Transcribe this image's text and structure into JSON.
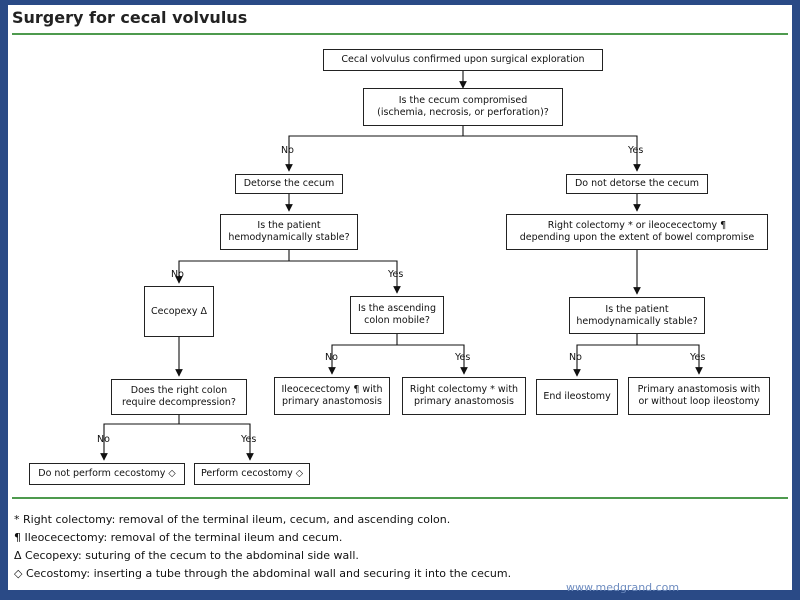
{
  "title": "Surgery for cecal volvulus",
  "boxes": {
    "confirmed": "Cecal volvulus confirmed upon surgical exploration",
    "compromised": "Is the cecum compromised\n(ischemia, necrosis, or perforation)?",
    "detorse": "Detorse the cecum",
    "no_detorse": "Do not detorse the cecum",
    "stable_left": "Is the patient\nhemodynamically stable?",
    "colectomy_or": "Right colectomy * or ileocecectomy ¶\ndepending upon the extent of bowel compromise",
    "cecopexy": "Cecopexy Δ",
    "mobile": "Is the ascending\ncolon mobile?",
    "stable_right": "Is the patient\nhemodynamically stable?",
    "decompression": "Does the right colon\nrequire decompression?",
    "ileo_anast": "Ileocecectomy ¶ with\nprimary anastomosis",
    "colectomy_anast": "Right colectomy * with\nprimary anastomosis",
    "end_ileostomy": "End ileostomy",
    "primary_loop": "Primary anastomosis with\nor without loop ileostomy",
    "no_cecostomy": "Do not perform cecostomy ◇",
    "cecostomy": "Perform cecostomy ◇"
  },
  "branches": {
    "no": "No",
    "yes": "Yes"
  },
  "footnotes": [
    "* Right colectomy: removal of the terminal ileum, cecum, and ascending colon.",
    "¶ Ileocecectomy: removal of the terminal ileum and cecum.",
    "Δ Cecopexy: suturing of the cecum to the abdominal side wall.",
    "◇ Cecostomy: inserting a tube through the abdominal wall and securing it into the cecum."
  ],
  "watermark": "www.medgrand.com"
}
